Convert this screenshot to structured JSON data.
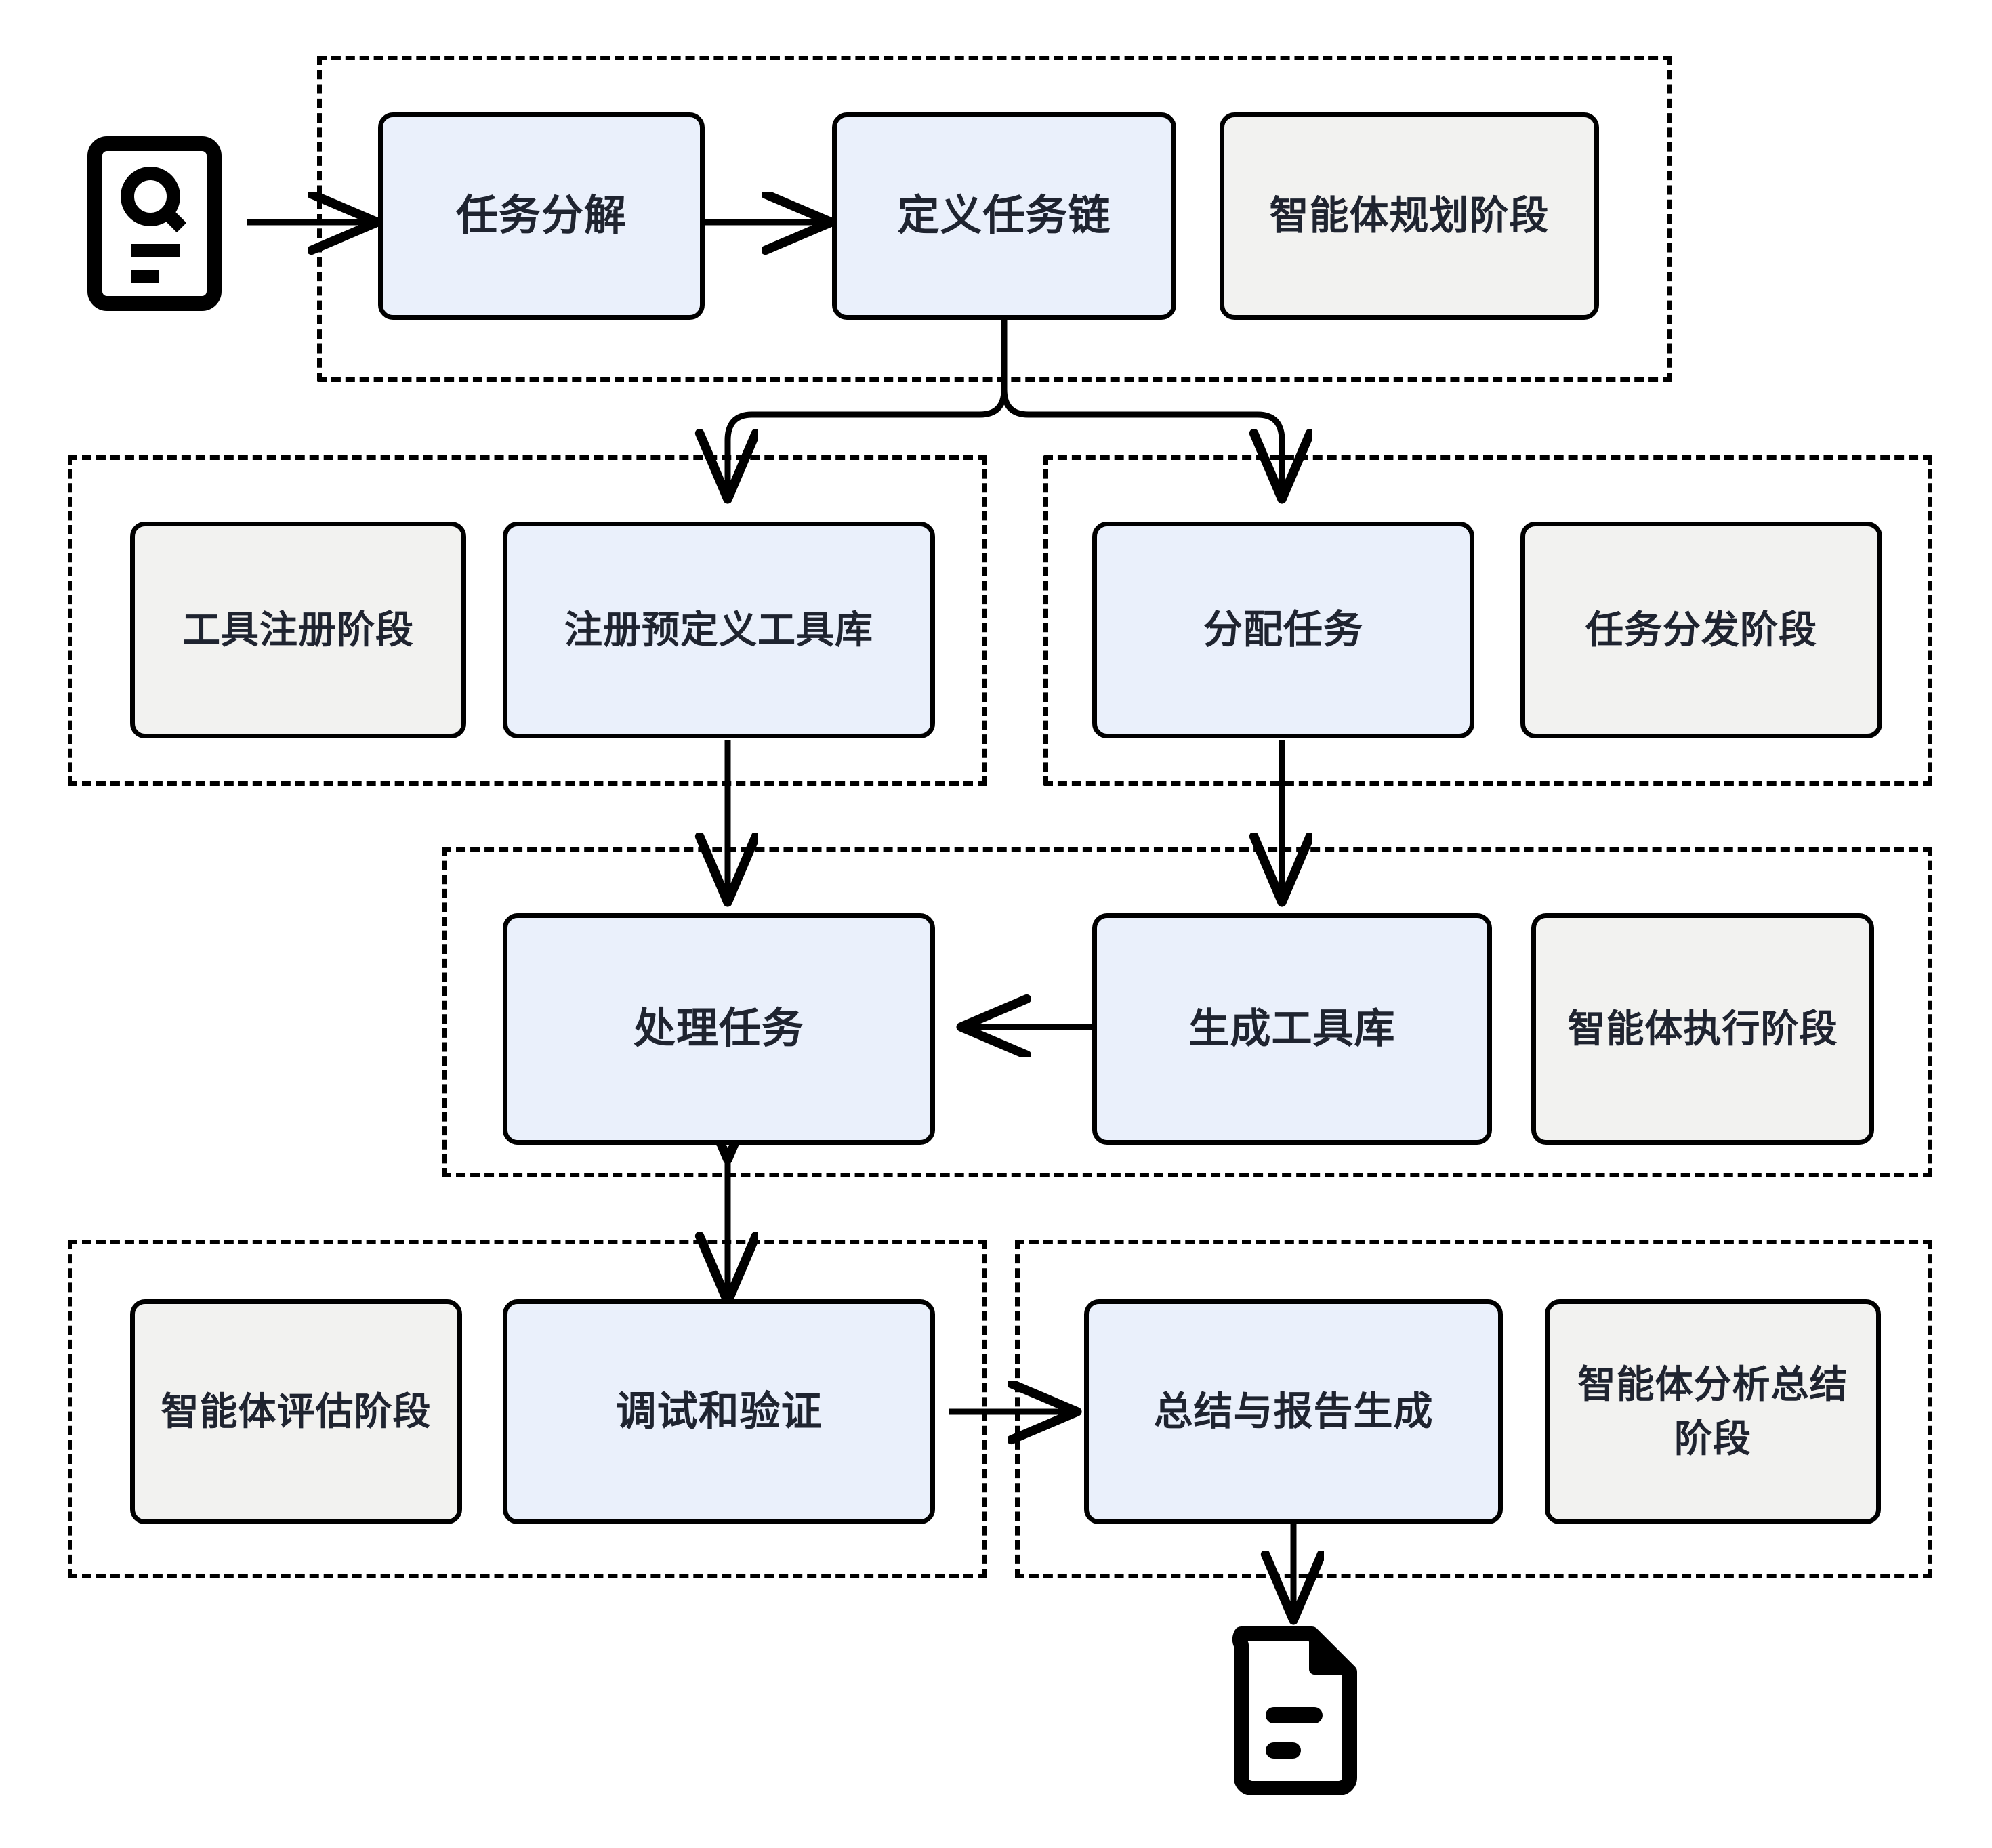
{
  "diagram": {
    "title": "Agent workflow pipeline",
    "colors": {
      "node_blue": "#eaf0fb",
      "node_gray": "#f2f2f0",
      "stroke": "#000000",
      "text": "#1f2430"
    },
    "icons": {
      "input": "document-search-icon",
      "output": "document-report-icon"
    },
    "groups": [
      {
        "id": "planning",
        "name": "agent-planning-group"
      },
      {
        "id": "tool",
        "name": "tool-registration-group"
      },
      {
        "id": "dispatch",
        "name": "task-dispatch-group"
      },
      {
        "id": "execution",
        "name": "agent-execution-group"
      },
      {
        "id": "evaluation",
        "name": "agent-evaluation-group"
      },
      {
        "id": "summary",
        "name": "agent-summary-group"
      }
    ],
    "nodes": [
      {
        "id": "task-decompose",
        "label": "任务分解",
        "style": "blue"
      },
      {
        "id": "define-chain",
        "label": "定义任务链",
        "style": "blue"
      },
      {
        "id": "planning-stage",
        "label": "智能体规划阶段",
        "style": "gray"
      },
      {
        "id": "tool-stage",
        "label": "工具注册阶段",
        "style": "gray"
      },
      {
        "id": "register-tools",
        "label": "注册预定义工具库",
        "style": "blue"
      },
      {
        "id": "assign-task",
        "label": "分配任务",
        "style": "blue"
      },
      {
        "id": "dispatch-stage",
        "label": "任务分发阶段",
        "style": "gray"
      },
      {
        "id": "process-task",
        "label": "处理任务",
        "style": "blue"
      },
      {
        "id": "generate-tools",
        "label": "生成工具库",
        "style": "blue"
      },
      {
        "id": "execution-stage",
        "label": "智能体执行阶段",
        "style": "gray"
      },
      {
        "id": "evaluation-stage",
        "label": "智能体评估阶段",
        "style": "gray"
      },
      {
        "id": "debug-verify",
        "label": "调试和验证",
        "style": "blue"
      },
      {
        "id": "summary-report",
        "label": "总结与报告生成",
        "style": "blue"
      },
      {
        "id": "summary-stage",
        "label": "智能体分析总结阶段",
        "style": "gray"
      }
    ],
    "edges": [
      {
        "from": "input-icon",
        "to": "task-decompose",
        "type": "arrow"
      },
      {
        "from": "task-decompose",
        "to": "define-chain",
        "type": "arrow"
      },
      {
        "from": "define-chain",
        "to": "register-tools",
        "type": "fork-arrow"
      },
      {
        "from": "define-chain",
        "to": "assign-task",
        "type": "fork-arrow"
      },
      {
        "from": "register-tools",
        "to": "process-task",
        "type": "arrow"
      },
      {
        "from": "assign-task",
        "to": "generate-tools",
        "type": "arrow"
      },
      {
        "from": "generate-tools",
        "to": "process-task",
        "type": "arrow"
      },
      {
        "from": "process-task",
        "to": "debug-verify",
        "type": "double-arrow"
      },
      {
        "from": "debug-verify",
        "to": "summary-report",
        "type": "arrow"
      },
      {
        "from": "summary-report",
        "to": "output-icon",
        "type": "arrow"
      }
    ]
  }
}
